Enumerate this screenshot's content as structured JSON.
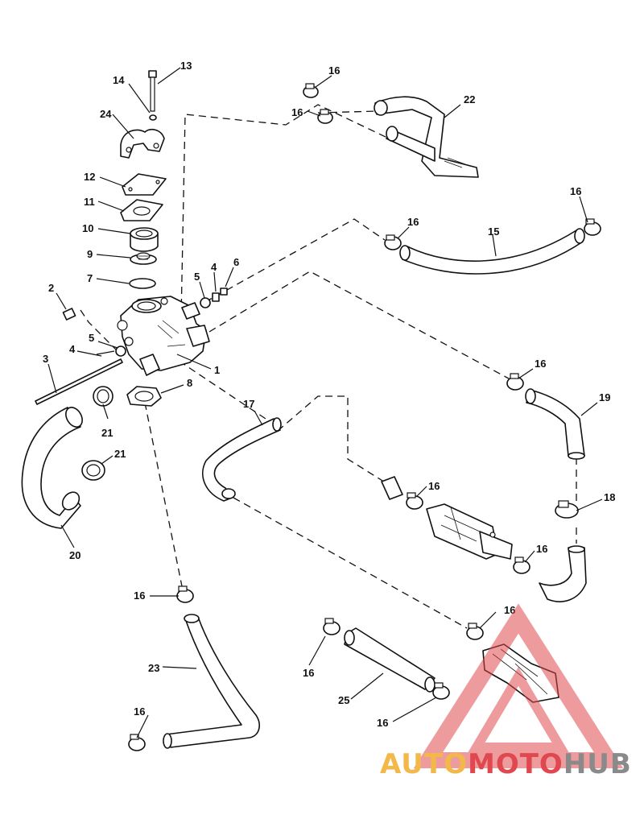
{
  "callouts": {
    "c1": "1",
    "c2": "2",
    "c3": "3",
    "c4a": "4",
    "c4b": "4",
    "c5a": "5",
    "c5b": "5",
    "c6": "6",
    "c7": "7",
    "c8": "8",
    "c9": "9",
    "c10": "10",
    "c11": "11",
    "c12": "12",
    "c13": "13",
    "c14": "14",
    "c15": "15",
    "c16a": "16",
    "c16b": "16",
    "c16c": "16",
    "c16d": "16",
    "c16e": "16",
    "c16f": "16",
    "c16g": "16",
    "c16h": "16",
    "c16i": "16",
    "c16j": "16",
    "c16k": "16",
    "c16l": "16",
    "c17": "17",
    "c18": "18",
    "c19": "19",
    "c20": "20",
    "c21a": "21",
    "c21b": "21",
    "c22": "22",
    "c23": "23",
    "c24": "24",
    "c25": "25"
  },
  "watermark": {
    "part1": "AUTO",
    "part2": "MOTO",
    "part3": "HUB",
    "color_orange": "#f2b94a",
    "color_red": "#e0484f",
    "color_gray": "#8a8a8a"
  }
}
